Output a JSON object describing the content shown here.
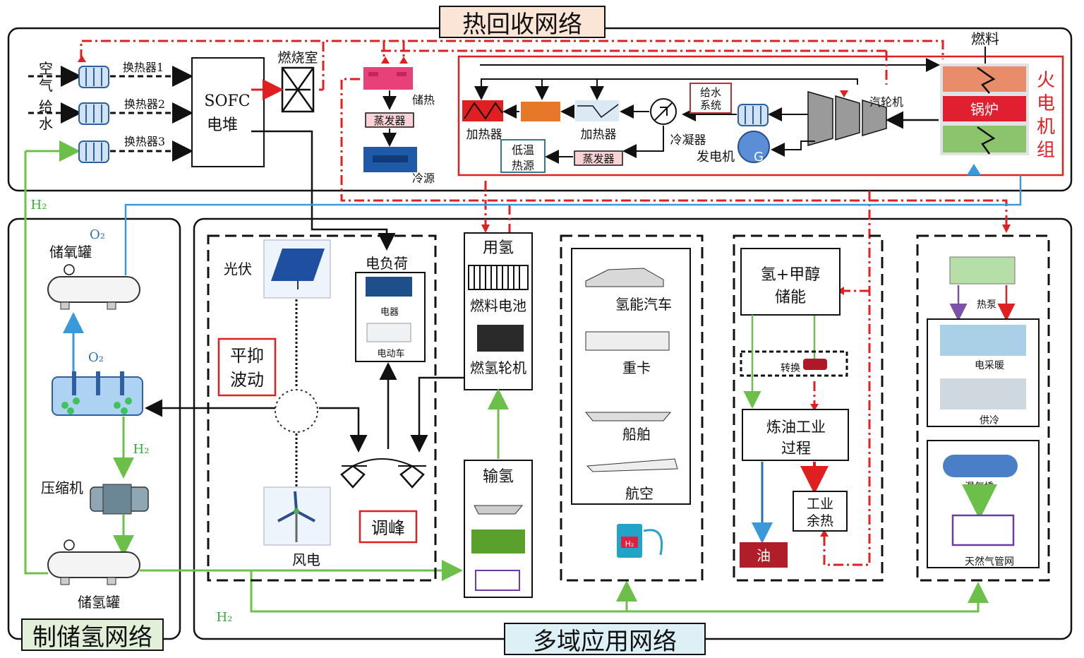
{
  "titles": {
    "heat_recovery": "热回收网络",
    "hydrogen_network": "制储氢网络",
    "multi_domain": "多域应用网络"
  },
  "heat": {
    "air": "空气",
    "feed_water": "给水",
    "hx1": "换热器1",
    "hx2": "换热器2",
    "hx3": "换热器3",
    "sofc_line1": "SOFC",
    "sofc_line2": "电堆",
    "combustor": "燃烧室",
    "storage": "储热",
    "evaporator": "蒸发器",
    "cold_source": "冷源",
    "fuel": "燃料",
    "thermal_unit": "火电机组",
    "boiler": "锅炉",
    "turbine": "汽轮机",
    "heater1": "加热器",
    "heater2": "加热器",
    "feedwater_sys": "给水系统",
    "condenser": "冷凝器",
    "generator": "发电机",
    "gen_letter": "G",
    "low_temp_line1": "低温",
    "low_temp_line2": "热源",
    "evaporator2": "蒸发器"
  },
  "h2net": {
    "h2_label": "H₂",
    "o2_label": "O₂",
    "o2_tank": "储氧罐",
    "compressor": "压缩机",
    "h2_tank": "储氢罐"
  },
  "app": {
    "pv": "光伏",
    "wind": "风电",
    "smooth_line1": "平抑",
    "smooth_line2": "波动",
    "peak": "调峰",
    "load": "电负荷",
    "appliance": "电器",
    "ev": "电动车",
    "use_h2": "用氢",
    "fuel_cell": "燃料电池",
    "h2_turbine": "燃氢轮机",
    "transport_h2": "输氢",
    "h2_car": "氢能汽车",
    "truck": "重卡",
    "ship": "船舶",
    "aviation": "航空",
    "h2_station": "H₂",
    "methanol_line1": "氢+甲醇",
    "methanol_line2": "储能",
    "convert": "转换",
    "refining_line1": "炼油工业",
    "refining_line2": "过程",
    "waste_heat_line1": "工业",
    "waste_heat_line2": "余热",
    "oil": "油",
    "heat_pump": "热泵",
    "electric_heating": "电采暖",
    "cooling": "供冷",
    "mixer": "混气撬",
    "gas_grid": "天然气管网",
    "h2_bottom": "H₂"
  },
  "colors": {
    "red": "#e02020",
    "green": "#6cc04a",
    "blue": "#3a9ad9",
    "black": "#111111"
  }
}
